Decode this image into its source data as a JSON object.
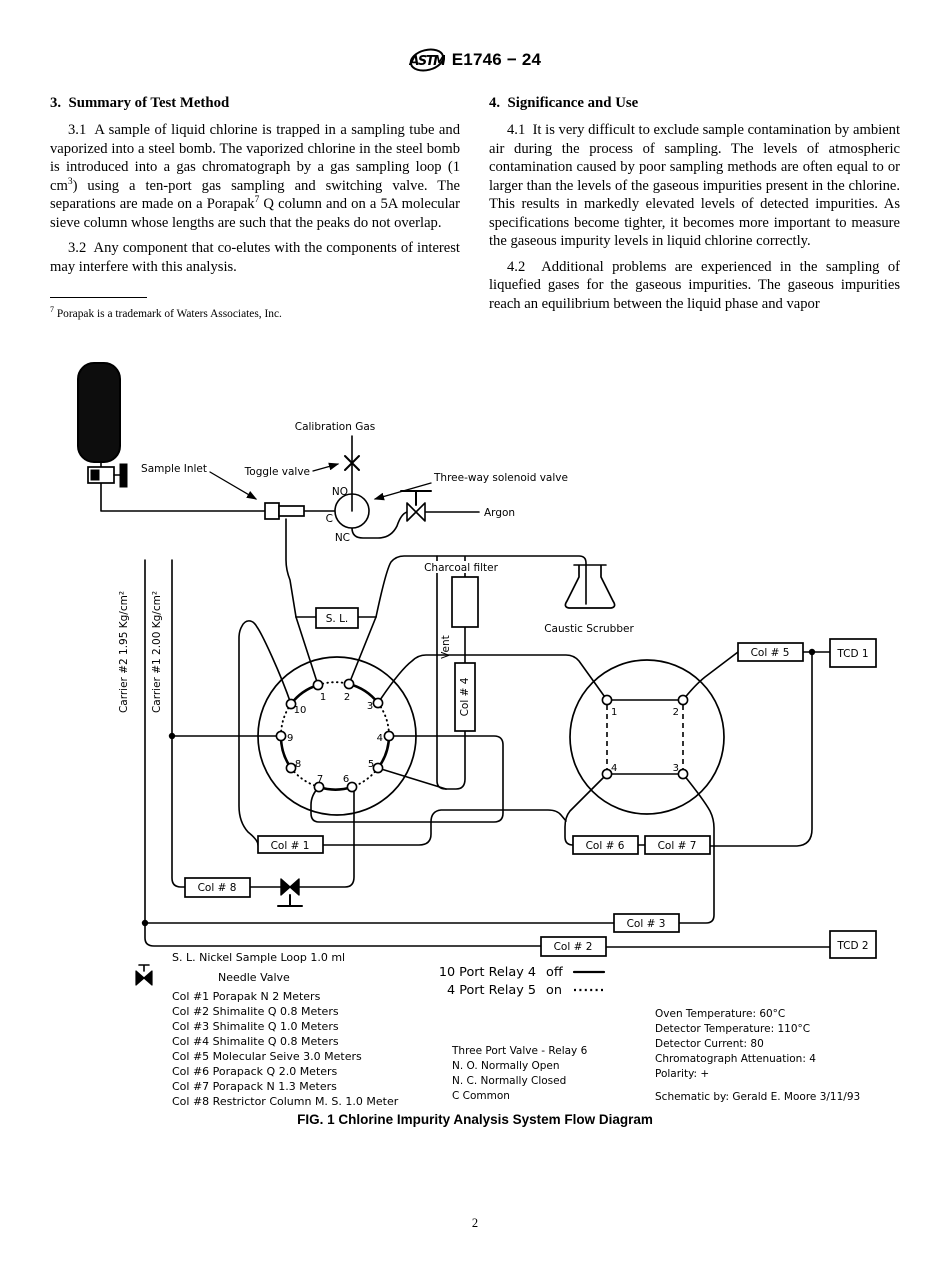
{
  "header": {
    "logo": "ASTM",
    "title": "E1746 − 24"
  },
  "sections": {
    "s3": {
      "heading": "3.  Summary of Test Method",
      "p31_a": "3.1  A sample of liquid chlorine is trapped in a sampling tube and vaporized into a steel bomb. The vaporized chlorine in the steel bomb is introduced into a gas chromatograph by a gas sampling loop (1 cm",
      "p31_sup1": "3",
      "p31_b": ") using a ten-port gas sampling and switching valve. The separations are made on a Porapak",
      "p31_sup2": "7",
      "p31_c": " Q column and on a 5A molecular sieve column whose lengths are such that the peaks do not overlap.",
      "p32": "3.2  Any component that co-elutes with the components of interest may interfere with this analysis."
    },
    "s4": {
      "heading": "4.  Significance and Use",
      "p41": "4.1  It is very difficult to exclude sample contamination by ambient air during the process of sampling. The levels of atmospheric contamination caused by poor sampling methods are often equal to or larger than the levels of the gaseous impurities present in the chlorine. This results in markedly elevated levels of detected impurities. As specifications become tighter, it becomes more important to measure the gaseous impurity levels in liquid chlorine correctly.",
      "p42": "4.2  Additional problems are experienced in the sampling of liquefied gases for the gaseous impurities. The gaseous impurities reach an equilibrium between the liquid phase and vapor"
    }
  },
  "footnote": {
    "sup": "7",
    "text": " Porapak is a trademark of Waters Associates, Inc."
  },
  "diagram": {
    "labels": {
      "calibration_gas": "Calibration Gas",
      "sample_inlet": "Sample Inlet",
      "toggle_valve": "Toggle valve",
      "three_way_valve": "Three-way solenoid valve",
      "port_no": "NO",
      "port_c": "C",
      "port_nc": "NC",
      "argon": "Argon",
      "carrier2": "Carrier #2 1.95 Kg/cm²",
      "carrier1": "Carrier #1 2.00 Kg/cm²",
      "charcoal_filter": "Charcoal filter",
      "vent": "Vent",
      "caustic_scrubber": "Caustic Scrubber"
    },
    "boxes": {
      "sl": "S. L.",
      "col1": "Col # 1",
      "col2": "Col # 2",
      "col3": "Col # 3",
      "col4": "Col # 4",
      "col5": "Col # 5",
      "col6": "Col # 6",
      "col7": "Col # 7",
      "col8": "Col # 8",
      "tcd1": "TCD 1",
      "tcd2": "TCD 2"
    },
    "ports10": [
      "1",
      "2",
      "3",
      "4",
      "5",
      "6",
      "7",
      "8",
      "9",
      "10"
    ],
    "ports4": [
      "1",
      "2",
      "3",
      "4"
    ],
    "legend": {
      "sample_loop_note": "S. L. Nickel Sample Loop 1.0 ml",
      "needle_valve": "Needle Valve",
      "columns": [
        "Col #1 Porapak N 2 Meters",
        "Col #2 Shimalite Q 0.8 Meters",
        "Col #3 Shimalite Q 1.0 Meters",
        "Col #4 Shimalite Q 0.8 Meters",
        "Col #5 Molecular Seive 3.0 Meters",
        "Col #6 Porapack Q 2.0 Meters",
        "Col #7 Porapack N 1.3 Meters",
        "Col #8 Restrictor Column M. S. 1.0 Meter"
      ],
      "relay10": "10 Port Relay 4",
      "relay10_state": "off",
      "relay4": "4 Port Relay 5",
      "relay4_state": "on",
      "three_port": [
        "Three Port Valve - Relay 6",
        "N. O. Normally Open",
        "N. C. Normally Closed",
        "C Common"
      ],
      "settings": [
        "Oven Temperature: 60°C",
        "Detector Temperature: 110°C",
        "Detector Current: 80",
        "Chromatograph Attenuation: 4",
        "Polarity: +"
      ],
      "schematic_by": "Schematic by: Gerald E. Moore 3/11/93"
    }
  },
  "figure": {
    "caption": "FIG. 1 Chlorine Impurity Analysis System Flow Diagram"
  },
  "page": {
    "number": "2"
  }
}
